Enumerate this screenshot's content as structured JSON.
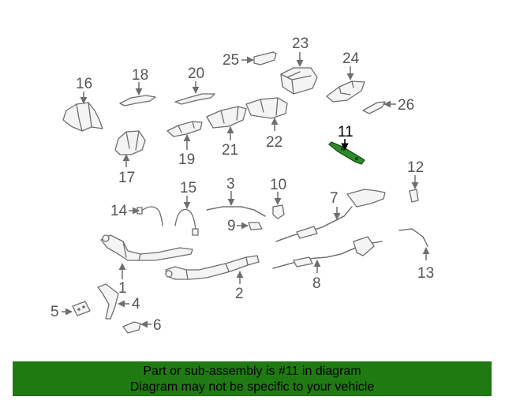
{
  "callouts": {
    "c1": "1",
    "c2": "2",
    "c3": "3",
    "c4": "4",
    "c5": "5",
    "c6": "6",
    "c7": "7",
    "c8": "8",
    "c9": "9",
    "c10": "10",
    "c11": "11",
    "c12": "12",
    "c13": "13",
    "c14": "14",
    "c15": "15",
    "c16": "16",
    "c17": "17",
    "c18": "18",
    "c19": "19",
    "c20": "20",
    "c21": "21",
    "c22": "22",
    "c23": "23",
    "c24": "24",
    "c25": "25",
    "c26": "26"
  },
  "highlighted_part": "11",
  "colors": {
    "highlight": "#2f8a2a",
    "banner": "#1f7a12"
  },
  "banner": {
    "line1": "Part or sub-assembly is #11 in diagram",
    "line2": "Diagram may not be specific to your vehicle"
  }
}
